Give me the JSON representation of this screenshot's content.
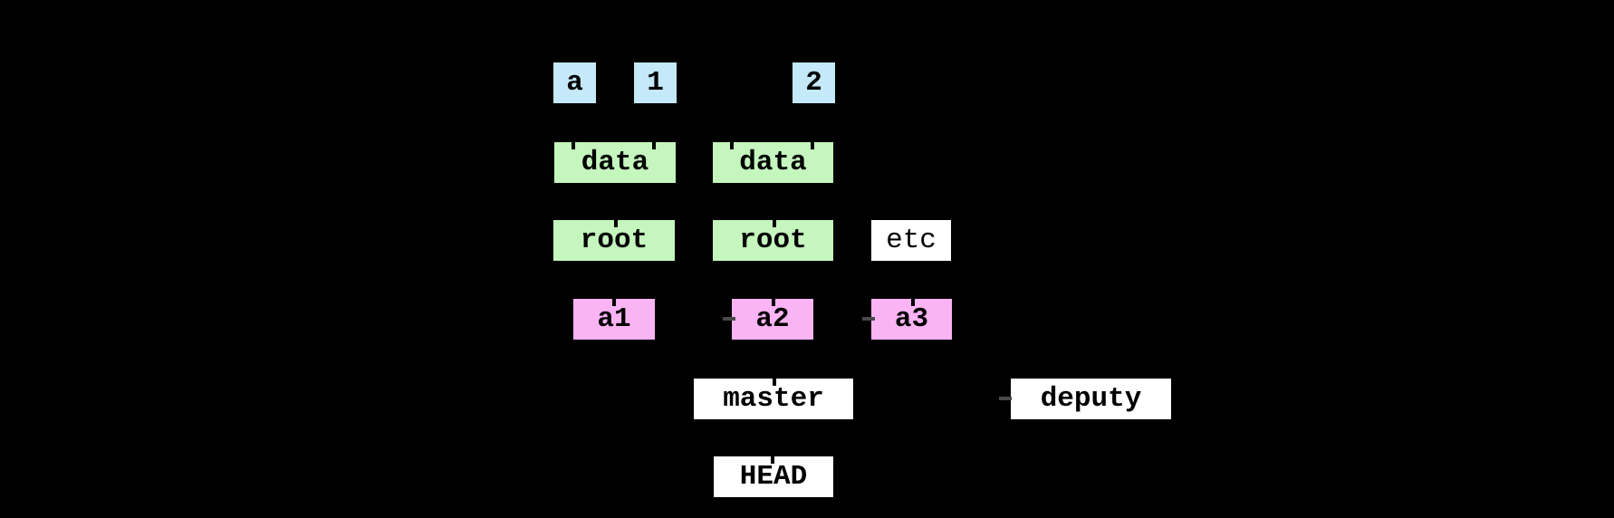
{
  "diagram": {
    "palette": {
      "background": "#000000",
      "ink": "#000000",
      "blue": "#C4E9F8",
      "green": "#C4F6BD",
      "pink": "#FBB4F3",
      "white": "#FFFFFF"
    },
    "nodes": {
      "state_a": {
        "label": "a"
      },
      "state_1": {
        "label": "1"
      },
      "state_2": {
        "label": "2"
      },
      "data_1": {
        "label": "data"
      },
      "data_2": {
        "label": "data"
      },
      "root_1": {
        "label": "root"
      },
      "root_2": {
        "label": "root"
      },
      "etc": {
        "label": "etc"
      },
      "a1": {
        "label": "a1"
      },
      "a2": {
        "label": "a2"
      },
      "a3": {
        "label": "a3"
      },
      "master": {
        "label": "master"
      },
      "deputy": {
        "label": "deputy"
      },
      "head": {
        "label": "HEAD"
      }
    }
  }
}
